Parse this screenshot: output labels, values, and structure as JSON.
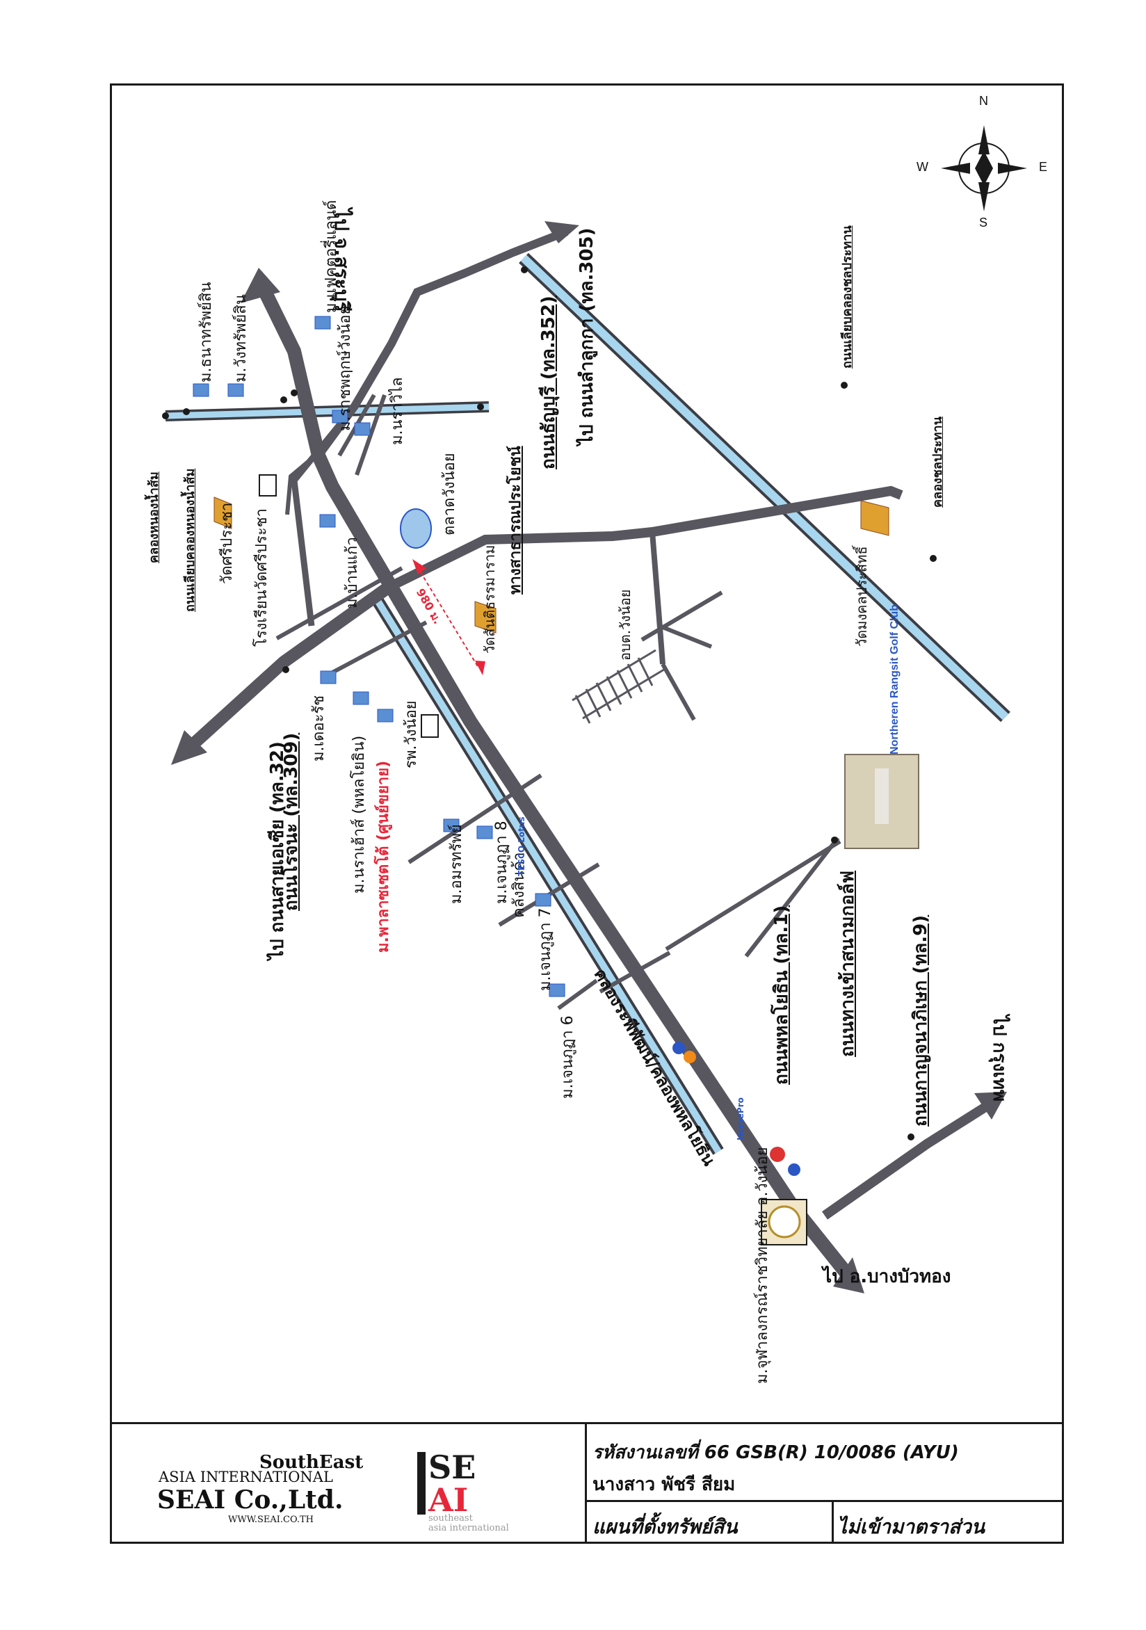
{
  "compass": {
    "n": "N",
    "s": "S",
    "e": "E",
    "w": "W"
  },
  "labels": {
    "to_saraburi": "ไป จ.สระบุรี",
    "to_asia_road": "ไป ถนนสายเอเซีย (ทล.32)",
    "to_lamlukka": "ไป ถนนลำลูกกา (ทล.305)",
    "to_bangkok": "ไป กรุงเทพ",
    "to_bangbuathong": "ไป อ.บางบัวทอง",
    "rojana_road": "ถนนโรจนะ (ทล.309)",
    "thanyaburi_road": "ถนนธัญบุรี (ทล.352)",
    "phahon_road": "ถนนพหลโยธิน (ทล.1)",
    "kanchanaphisek_road": "ถนนกาญจนาภิเษก (ทล.9)",
    "golf_road": "ถนนทางเข้าสนามกอล์ฟ",
    "canal_road": "ถนนเลียบคลองชลประทาน",
    "canal_nongnamsom_road": "ถนนเลียบคลองหนองน้ำส้ม",
    "canal_nongnamsom": "คลองหนองน้ำส้ม",
    "canal_irrigation": "คลองชลประทาน",
    "khlong_phaholyothin": "คลองระพีพัฒน์/คลองพหลโยธิน",
    "sarasisprayoon": "ทางสาธารณประโยชน์",
    "thana_sap": "ม.ธนาทรัพย์สิน",
    "wang_sap": "ม.วังทรัพย์สิน",
    "fairland": "ม.แฟคตอรี่แลนด์",
    "ratchaphruek": "ม.ราชพฤกษ์วังน้อย",
    "naravilai": "ม.นราวิไล",
    "talad_wangnoi": "ตลาดวังน้อย",
    "baan_kaew": "ม.บ้านแก้ว",
    "wat_sri_prachao": "วัดศรีประชา",
    "school_wat_sri": "โรงเรียนวัดศรีประชา",
    "wat_santi": "วัดสันติธรรมาราม",
    "wangnoi_district": "อบต.วังน้อย",
    "wat_mongkol": "วัดมงคลประสิทธิ์",
    "golf_club": "Northeren Rangsit Golf Club",
    "the_ruch": "ม.เดอะรัช",
    "narao": "ม.นราเฮ้าส์ (พหลโยธิน)",
    "pala_city": "ม.พาลาซเซตโต้ (ศูนย์ขยาย)",
    "hospital": "รพ.วังน้อย",
    "amorn": "ม.อมรทรัพย์",
    "chaoreon8": "ม.เจนภูฏา 8",
    "warehouse": "คลังสินค้า",
    "chaoreon7": "ม.เจนภูฏา 7",
    "chaoreon6": "ม.เจนภูฏา 6",
    "chula": "ม.จุฬาลงกรณ์ราชวิทยาลัย อ.วังน้อย",
    "distance": "980 ม.",
    "homepro": "HomePro",
    "tesco": "TESCO Lotus"
  },
  "title_block": {
    "company_en1": "SouthEast",
    "company_en2": "ASIA INTERNATIONAL",
    "company_en3": "SEAI Co.,Ltd.",
    "website": "WWW.SEAI.CO.TH",
    "logo_se": "SE",
    "logo_ai": "AI",
    "logo_sub1": "southeast",
    "logo_sub2": "asia international",
    "job_no": "รหัสงานเลขที่ 66 GSB(R) 10/0086 (AYU)",
    "client": "นางสาว พัชรี สียม",
    "map_title": "แผนที่ตั้งทรัพย์สิน",
    "scale_note": "ไม่เข้ามาตราส่วน"
  },
  "colors": {
    "road": "#58565e",
    "canal": "#a8d6ef",
    "accent_red": "#e6273a",
    "blue": "#2a56c6"
  }
}
